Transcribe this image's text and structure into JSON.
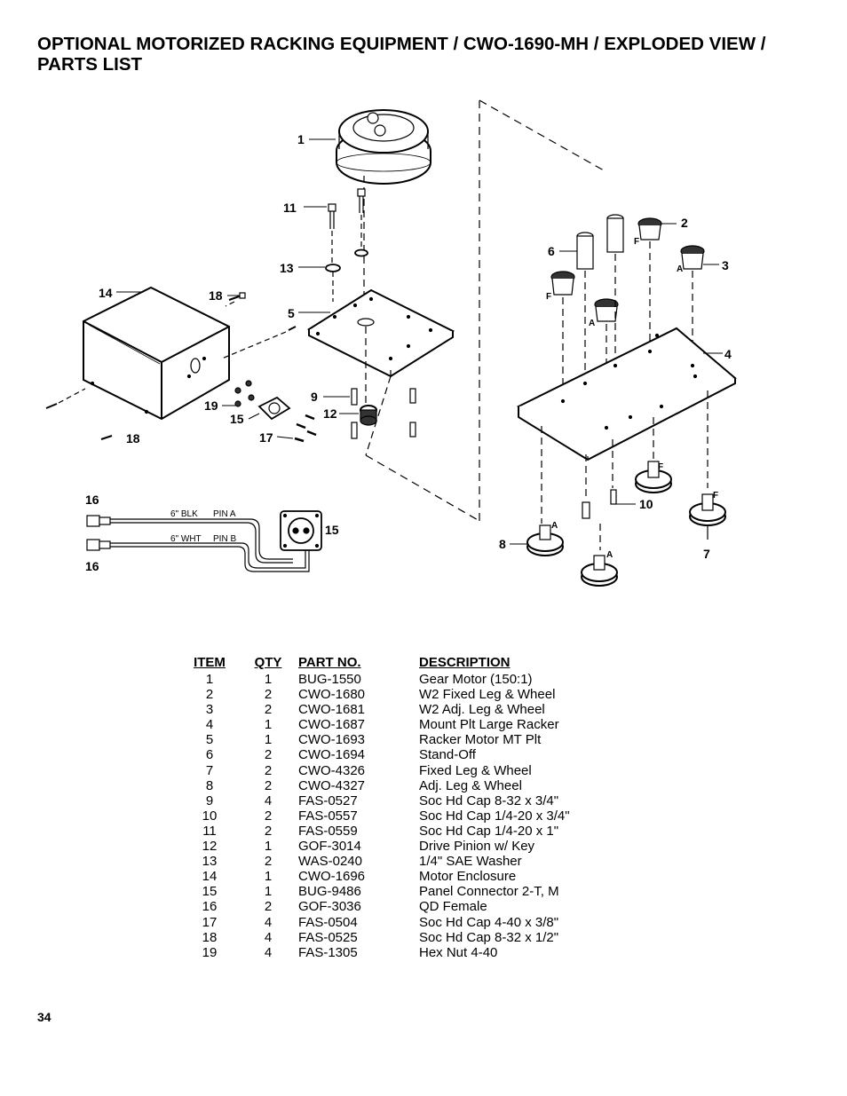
{
  "page": {
    "title": "OPTIONAL MOTORIZED RACKING EQUIPMENT / CWO-1690-MH / EXPLODED VIEW / PARTS LIST",
    "page_number": "34"
  },
  "diagram": {
    "callouts": {
      "c1": "1",
      "c2": "2",
      "c3": "3",
      "c4": "4",
      "c5": "5",
      "c6": "6",
      "c7": "7",
      "c8": "8",
      "c9": "9",
      "c10": "10",
      "c11": "11",
      "c12": "12",
      "c13": "13",
      "c14": "14",
      "c15": "15",
      "c15b": "15",
      "c16a": "16",
      "c16b": "16",
      "c17": "17",
      "c18a": "18",
      "c18b": "18",
      "c19": "19"
    },
    "leg_marks": {
      "f2": "F",
      "a3": "A",
      "f_mid": "F",
      "a_mid": "A",
      "f7a": "F",
      "f7b": "F",
      "a8a": "A",
      "a8b": "A"
    },
    "wiring": {
      "wire1": "6\" BLK",
      "pin1": "PIN A",
      "wire2": "6\" WHT",
      "pin2": "PIN B"
    }
  },
  "parts_table": {
    "headers": {
      "item": "ITEM",
      "qty": "QTY",
      "part": "PART NO.",
      "desc": "DESCRIPTION"
    },
    "rows": [
      {
        "item": "1",
        "qty": "1",
        "part": "BUG-1550",
        "desc": "Gear Motor (150:1)"
      },
      {
        "item": "2",
        "qty": "2",
        "part": "CWO-1680",
        "desc": "W2 Fixed Leg & Wheel"
      },
      {
        "item": "3",
        "qty": "2",
        "part": "CWO-1681",
        "desc": "W2 Adj. Leg & Wheel"
      },
      {
        "item": "4",
        "qty": "1",
        "part": "CWO-1687",
        "desc": "Mount Plt Large Racker"
      },
      {
        "item": "5",
        "qty": "1",
        "part": "CWO-1693",
        "desc": "Racker Motor MT Plt"
      },
      {
        "item": "6",
        "qty": "2",
        "part": "CWO-1694",
        "desc": "Stand-Off"
      },
      {
        "item": "7",
        "qty": "2",
        "part": "CWO-4326",
        "desc": "Fixed Leg & Wheel"
      },
      {
        "item": "8",
        "qty": "2",
        "part": "CWO-4327",
        "desc": "Adj. Leg & Wheel"
      },
      {
        "item": "9",
        "qty": "4",
        "part": "FAS-0527",
        "desc": "Soc Hd Cap 8-32 x 3/4\""
      },
      {
        "item": "10",
        "qty": "2",
        "part": "FAS-0557",
        "desc": "Soc Hd Cap 1/4-20 x 3/4\""
      },
      {
        "item": "11",
        "qty": "2",
        "part": "FAS-0559",
        "desc": "Soc Hd Cap 1/4-20 x 1\""
      },
      {
        "item": "12",
        "qty": "1",
        "part": "GOF-3014",
        "desc": "Drive Pinion w/ Key"
      },
      {
        "item": "13",
        "qty": "2",
        "part": "WAS-0240",
        "desc": "1/4\" SAE Washer"
      },
      {
        "item": "14",
        "qty": "1",
        "part": "CWO-1696",
        "desc": "Motor Enclosure"
      },
      {
        "item": "15",
        "qty": "1",
        "part": "BUG-9486",
        "desc": "Panel Connector 2-T, M"
      },
      {
        "item": "16",
        "qty": "2",
        "part": "GOF-3036",
        "desc": "QD Female"
      },
      {
        "item": "17",
        "qty": "4",
        "part": "FAS-0504",
        "desc": "Soc Hd Cap 4-40 x 3/8\""
      },
      {
        "item": "18",
        "qty": "4",
        "part": "FAS-0525",
        "desc": "Soc Hd Cap 8-32 x 1/2\""
      },
      {
        "item": "19",
        "qty": "4",
        "part": "FAS-1305",
        "desc": "Hex Nut 4-40"
      }
    ]
  }
}
